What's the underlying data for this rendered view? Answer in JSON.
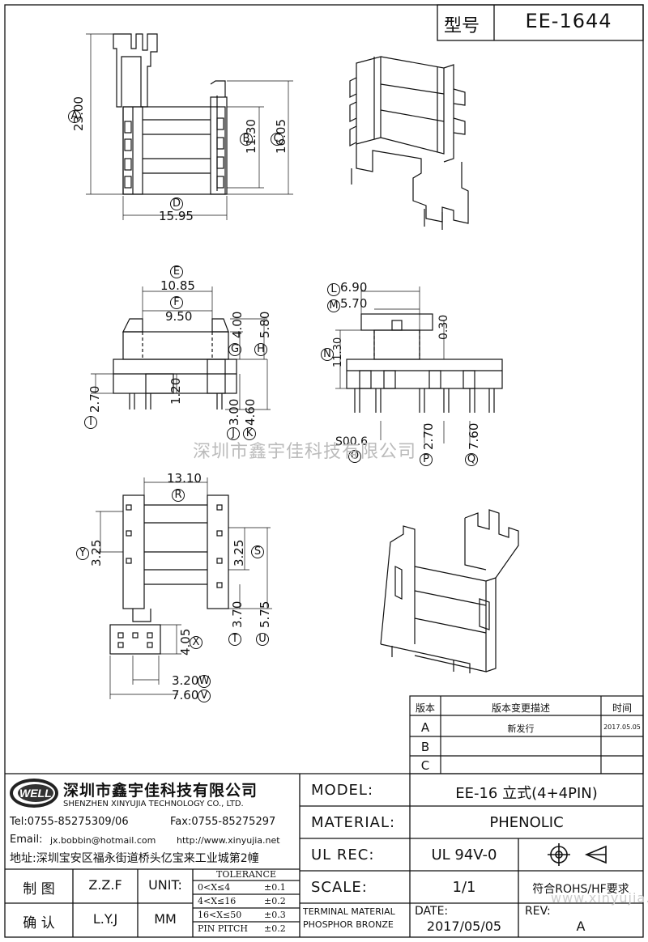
{
  "header": {
    "model_label": "型号",
    "model_value": "EE-1644"
  },
  "dims": {
    "top": {
      "A_val": "23.00",
      "B_val": "11.30",
      "C_val": "16.05",
      "D_val": "15.95"
    },
    "front": {
      "E_val": "10.85",
      "F_val": "9.50",
      "G_val": "4.00",
      "H_val": "5.80",
      "I_val": "2.70",
      "mid_val": "1.20",
      "J_val": "3.00",
      "K_val": "4.60"
    },
    "side": {
      "L_val": "6.90",
      "M_val": "5.70",
      "N_val": "11.30",
      "thin_val": "0.30",
      "S_val": "S00.6",
      "P_val": "2.70",
      "Q_val": "7.60"
    },
    "bottom": {
      "R_val": "13.10",
      "Y_val": "3.25",
      "S_val": "3.25",
      "T_val": "3.70",
      "U_val": "5.75",
      "X_val": "4.05",
      "W_val": "3.20",
      "V_val": "7.60"
    },
    "letters": {
      "A": "A",
      "B": "B",
      "C": "C",
      "D": "D",
      "E": "E",
      "F": "F",
      "G": "G",
      "H": "H",
      "I": "I",
      "J": "J",
      "K": "K",
      "L": "L",
      "M": "M",
      "N": "N",
      "O": "O",
      "P": "P",
      "Q": "Q",
      "R": "R",
      "S": "S",
      "T": "T",
      "U": "U",
      "V": "V",
      "W": "W",
      "X": "X",
      "Y": "Y"
    }
  },
  "watermark": {
    "text": "深圳市鑫宇佳科技有限公司",
    "url": "www.xinyujia.net"
  },
  "revision": {
    "headers": [
      "版本",
      "版本变更描述",
      "时间"
    ],
    "rows": [
      {
        "ver": "A",
        "desc": "新发行",
        "date": "2017.05.05"
      },
      {
        "ver": "B",
        "desc": "",
        "date": ""
      },
      {
        "ver": "C",
        "desc": "",
        "date": ""
      }
    ]
  },
  "company": {
    "logo": "WELL",
    "name_cn": "深圳市鑫宇佳科技有限公司",
    "name_en": "SHENZHEN XINYUJIA TECHNOLOGY CO., LTD.",
    "tel": "Tel:0755-85275309/06",
    "fax": "Fax:0755-85275297",
    "email_label": "Email:",
    "email": "jx.bobbin@hotmail.com",
    "web": "http://www.xinyujia.net",
    "address": "地址:深圳宝安区福永街道桥头亿宝来工业城第2幢"
  },
  "signoff": {
    "draw_label": "制 图",
    "draw_name": "Z.Z.F",
    "check_label": "确 认",
    "check_name": "L.Y.J",
    "unit_label": "UNIT:",
    "unit_value": "MM"
  },
  "tolerance": {
    "title": "TOLERANCE",
    "rows": [
      {
        "range": "0<X≤4",
        "tol": "±0.1"
      },
      {
        "range": "4<X≤16",
        "tol": "±0.2"
      },
      {
        "range": "16<X≤50",
        "tol": "±0.3"
      },
      {
        "range": "PIN PITCH",
        "tol": "±0.2"
      }
    ]
  },
  "specs": {
    "model_label": "MODEL:",
    "model_value": "EE-16 立式(4+4PIN)",
    "material_label": "MATERIAL:",
    "material_value": "PHENOLIC",
    "ulrec_label": "UL REC:",
    "ulrec_value": "UL 94V-0",
    "scale_label": "SCALE:",
    "scale_value": "1/1",
    "rohs": "符合ROHS/HF要求",
    "terminal_line1": "TERMINAL MATERIAL",
    "terminal_line2": "PHOSPHOR BRONZE",
    "date_label": "DATE:",
    "date_value": "2017/05/05",
    "rev_label": "REV:",
    "rev_value": "A"
  }
}
